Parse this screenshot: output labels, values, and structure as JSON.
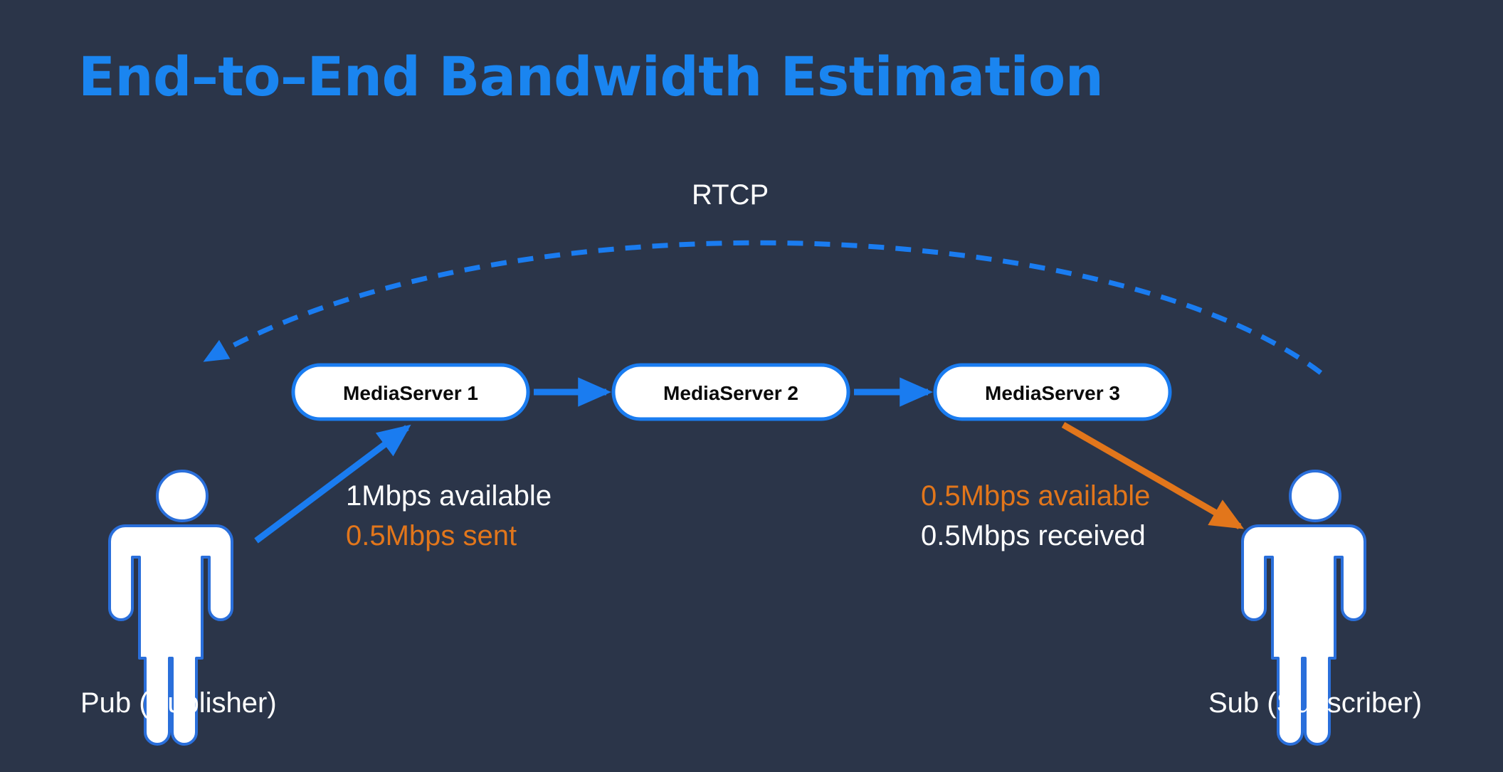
{
  "slide": {
    "title": "End–to–End Bandwidth Estimation",
    "background_color": "#2b3549"
  },
  "colors": {
    "title_blue": "#1a85f0",
    "arrow_blue": "#1a7cf0",
    "arrow_orange": "#e2761b",
    "text_white": "#ffffff",
    "pill_fill": "#ffffff",
    "pill_border": "#1a7cf0",
    "background": "#2b3549"
  },
  "diagram": {
    "rtcp_label": "RTCP",
    "servers": [
      {
        "label": "MediaServer 1"
      },
      {
        "label": "MediaServer 2"
      },
      {
        "label": "MediaServer 3"
      }
    ],
    "publisher": {
      "caption": "Pub (Publisher)",
      "icon": "person-icon",
      "annotations": [
        {
          "text": "1Mbps available",
          "color": "#ffffff"
        },
        {
          "text": "0.5Mbps sent",
          "color": "#e2761b"
        }
      ]
    },
    "subscriber": {
      "caption": "Sub (Subscriber)",
      "icon": "person-icon",
      "annotations": [
        {
          "text": "0.5Mbps available",
          "color": "#e2761b"
        },
        {
          "text": "0.5Mbps received",
          "color": "#ffffff"
        }
      ]
    },
    "connectors": [
      {
        "name": "rtcp-feedback-arc",
        "style": "dashed",
        "color": "#1a7cf0",
        "direction": "right-to-left"
      },
      {
        "name": "publisher-to-server1-arrow",
        "style": "solid",
        "color": "#1a7cf0",
        "direction": "up-right"
      },
      {
        "name": "server1-to-server2-arrow",
        "style": "solid",
        "color": "#1a7cf0",
        "direction": "right"
      },
      {
        "name": "server2-to-server3-arrow",
        "style": "solid",
        "color": "#1a7cf0",
        "direction": "right"
      },
      {
        "name": "server3-to-subscriber-arrow",
        "style": "solid",
        "color": "#e2761b",
        "direction": "down-right"
      }
    ]
  }
}
